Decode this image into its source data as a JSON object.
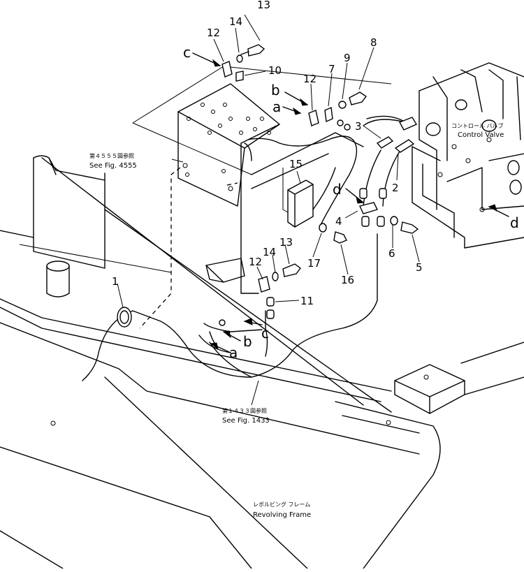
{
  "labels": {
    "control_valve_jp": "コントロール バルブ",
    "control_valve_en": "Control Valve",
    "see_4555_jp": "第４５５５図参照",
    "see_4555_en": "See Fig. 4555",
    "see_1433_jp": "第１４３３図参照",
    "see_1433_en": "See Fig. 1433",
    "revolving_frame_jp": "レボルビング フレーム",
    "revolving_frame_en": "Revolving Frame"
  },
  "letters": {
    "a1": "a",
    "b1": "b",
    "c1": "c",
    "d1": "d",
    "d2": "d",
    "a2": "a",
    "b2": "b",
    "c2": "c"
  },
  "callouts": {
    "n1": "1",
    "n2": "2",
    "n3": "3",
    "n4": "4",
    "n5": "5",
    "n6": "6",
    "n7": "7",
    "n8": "8",
    "n9": "9",
    "n10": "10",
    "n11": "11",
    "n12a": "12",
    "n12b": "12",
    "n12c": "12",
    "n13a": "13",
    "n13b": "13",
    "n14a": "14",
    "n14b": "14",
    "n15": "15",
    "n16": "16",
    "n17": "17"
  }
}
